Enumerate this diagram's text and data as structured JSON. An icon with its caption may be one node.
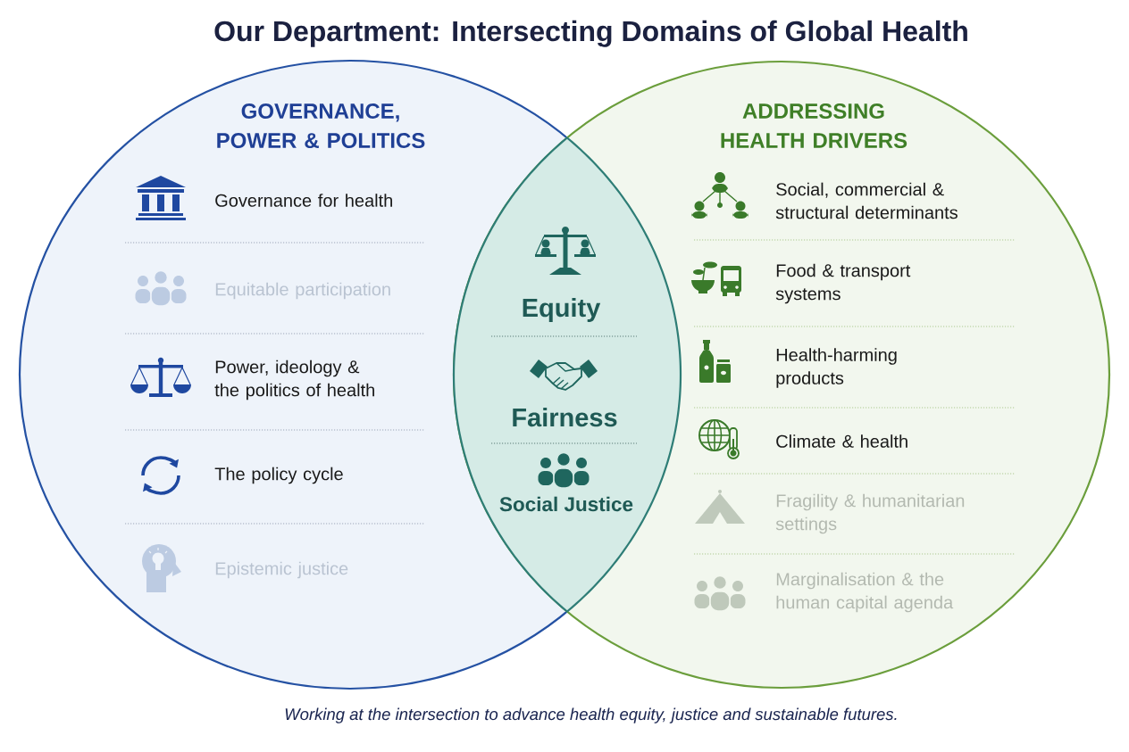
{
  "diagram": {
    "title": "Our Department: Intersecting Domains of Global Health",
    "nodes": [
      {
        "text": [
          "GOVERNANCE, POWER & POLITICS",
          "Governance for health",
          "Equitable participation",
          "Power, ideology & the politics of health",
          "The policy cycle",
          "Epistemic justice"
        ]
      },
      {
        "text": [
          "ADDRESSING HEALTH DRIVERS",
          "Social, commercial & structural determinants",
          "Food & transport systems",
          "Health-harming products",
          "Climate & health",
          "Fragility & humanitarian settings",
          "Marginalisation & the human capital agenda"
        ]
      },
      {
        "text": [
          "Equity",
          "Fairness",
          "Social Justice"
        ]
      }
    ],
    "caption": "Working at the intersection to advance health equity, justice and sustainable futures."
  }
}
